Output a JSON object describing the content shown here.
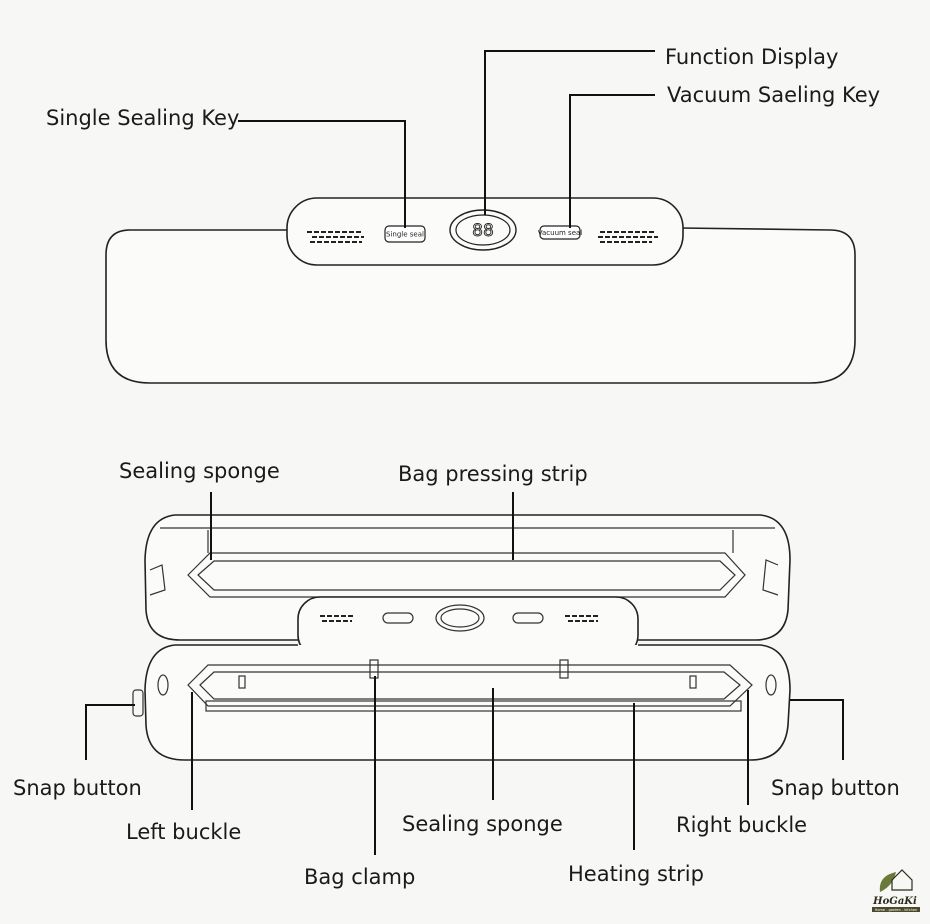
{
  "top_view": {
    "labels": {
      "single_sealing_key": "Single Sealing Key",
      "function_display": "Function Display",
      "vacuum_sealing_key": "Vacuum Saeling Key"
    },
    "panel": {
      "single_seal_button": "Single seal",
      "display_digits": "88",
      "vacuum_seal_button": "Vacuum seal"
    }
  },
  "open_view": {
    "labels": {
      "sealing_sponge_top": "Sealing sponge",
      "bag_pressing_strip": "Bag pressing strip",
      "snap_button_left": "Snap button",
      "left_buckle": "Left buckle",
      "bag_clamp": "Bag clamp",
      "sealing_sponge_bottom": "Sealing sponge",
      "heating_strip": "Heating strip",
      "right_buckle": "Right buckle",
      "snap_button_right": "Snap button"
    }
  },
  "logo": {
    "brand": "HoGaKi",
    "tagline": "Home - garden - kitchen",
    "colors": {
      "leaf": "#6b7a3a",
      "text": "#2b2b1a"
    }
  }
}
